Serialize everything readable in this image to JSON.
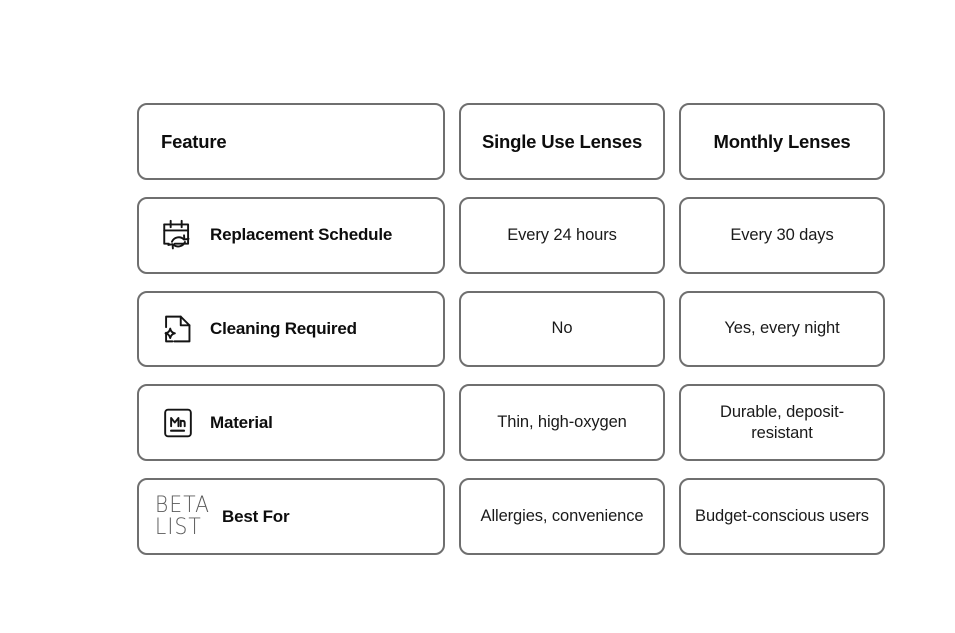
{
  "table": {
    "columns": [
      {
        "id": "feature",
        "label": "Feature"
      },
      {
        "id": "single_use",
        "label": "Single Use Lenses"
      },
      {
        "id": "monthly",
        "label": "Monthly Lenses"
      }
    ],
    "rows": [
      {
        "icon": "calendar-refresh-icon",
        "feature": "Replacement Schedule",
        "single_use": "Every 24 hours",
        "monthly": "Every 30 days"
      },
      {
        "icon": "document-sparkle-icon",
        "feature": "Cleaning Required",
        "single_use": "No",
        "monthly": "Yes, every night"
      },
      {
        "icon": "element-tile-mn-icon",
        "feature": "Material",
        "single_use": "Thin, high-oxygen",
        "monthly": "Durable, deposit-resistant"
      },
      {
        "icon": "betalist-logo-icon",
        "feature": "Best For",
        "single_use": "Allergies, convenience",
        "monthly": "Budget-conscious users"
      }
    ],
    "icon_text": {
      "element_symbol": "Mn",
      "betalist_line1": "BETA",
      "betalist_line2": "LIST"
    }
  },
  "colors": {
    "background": "#ffffff",
    "card_border": "#6f6f6f",
    "card_fill": "#ffffff",
    "text_primary": "#0d0d0d",
    "text_value": "#1a1a1a",
    "logo_gray": "#5b5b5b"
  }
}
